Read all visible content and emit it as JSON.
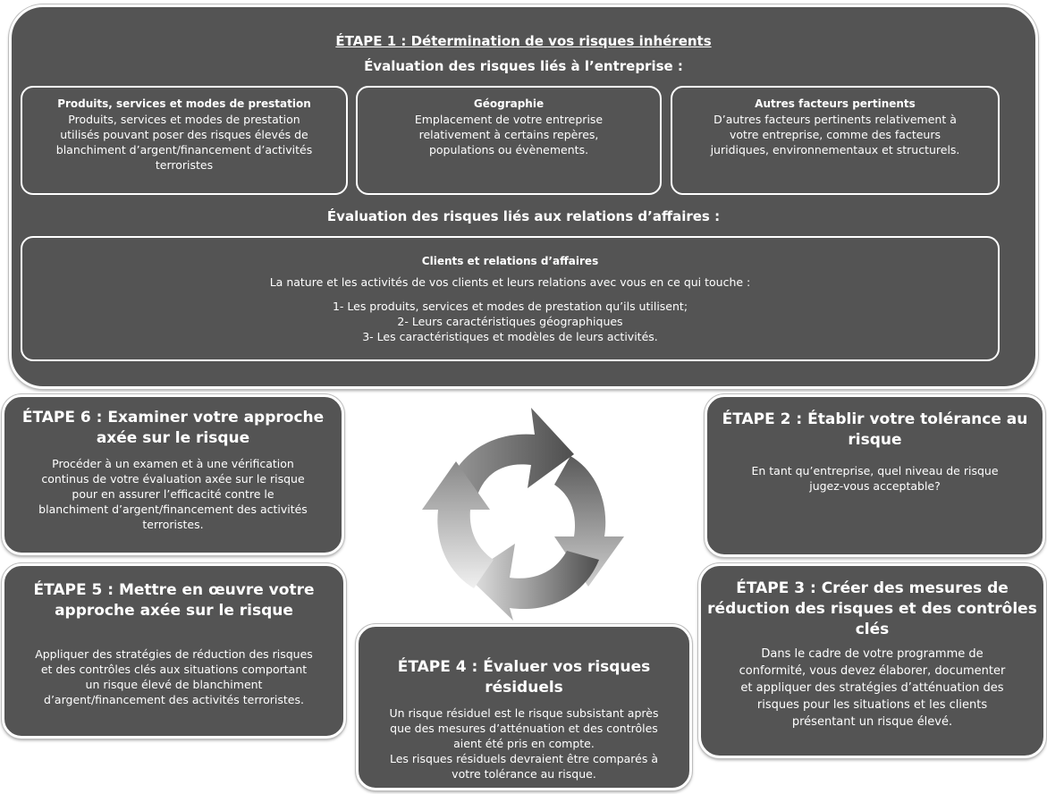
{
  "step1": {
    "title": "ÉTAPE 1 : Détermination de vos risques inhérents",
    "business_header": "Évaluation des risques liés à l’entreprise :",
    "products": {
      "title": "Produits, services et modes de prestation",
      "lines": [
        "Produits, services et modes de prestation",
        "utilisés pouvant poser des risques élevés de",
        "blanchiment d’argent/financement d’activités",
        "terroristes"
      ]
    },
    "geography": {
      "title": "Géographie",
      "lines": [
        "Emplacement de votre entreprise",
        "relativement à certains repères,",
        "populations ou évènements."
      ]
    },
    "other": {
      "title": "Autres facteurs pertinents",
      "lines": [
        "D’autres facteurs pertinents relativement à",
        "votre entreprise, comme des facteurs",
        "juridiques, environnementaux et structurels."
      ]
    },
    "relations_header": "Évaluation des risques liés aux relations d’affaires :",
    "clients": {
      "title": "Clients et relations d’affaires",
      "intro": "La nature et les activités de vos clients et leurs relations avec vous en ce qui touche :",
      "items": [
        "1- Les produits, services et modes de prestation qu’ils utilisent;",
        "2- Leurs caractéristiques géographiques",
        "3- Les caractéristiques et modèles de leurs activités."
      ]
    }
  },
  "step6": {
    "title_lines": [
      "ÉTAPE 6 : Examiner votre approche",
      "axée sur le risque"
    ],
    "lines": [
      "Procéder à un examen et à une vérification",
      "continus de votre évaluation axée sur le risque",
      "pour en assurer l’efficacité contre le",
      "blanchiment d’argent/financement des activités",
      "terroristes."
    ]
  },
  "step2": {
    "title_lines": [
      "ÉTAPE 2 : Établir votre tolérance au",
      "risque"
    ],
    "lines": [
      "En tant qu’entreprise, quel niveau de risque",
      "jugez-vous acceptable?"
    ]
  },
  "step5": {
    "title_lines": [
      "ÉTAPE 5 : Mettre en œuvre votre",
      "approche axée sur le risque"
    ],
    "lines": [
      "Appliquer des stratégies de réduction des risques",
      "et des contrôles clés aux situations comportant",
      "un risque élevé de blanchiment",
      "d’argent/financement des activités terroristes."
    ]
  },
  "step4": {
    "title_lines": [
      "ÉTAPE 4 : Évaluer vos risques résiduels"
    ],
    "lines": [
      "Un risque résiduel est le risque subsistant après",
      "que des mesures d’atténuation et des contrôles",
      "aient été pris en compte.",
      "Les risques résiduels devraient être comparés à",
      "votre tolérance au risque."
    ]
  },
  "step3": {
    "title_lines": [
      "ÉTAPE 3 : Créer des mesures de",
      "réduction des risques et des contrôles",
      "clés"
    ],
    "lines": [
      "Dans le cadre de votre programme de",
      "conformité, vous devez élaborer, documenter",
      "et appliquer des stratégies d’atténuation des",
      "risques pour les situations et les clients",
      "présentant un risque élevé."
    ]
  },
  "colors": {
    "box_fill": "#545454",
    "box_border": "#ffffff",
    "text": "#ffffff",
    "arrow_dark": "#5a5a5a",
    "arrow_light": "#d8d8d8"
  },
  "icons": {
    "cycle": "circular-arrows-icon"
  }
}
